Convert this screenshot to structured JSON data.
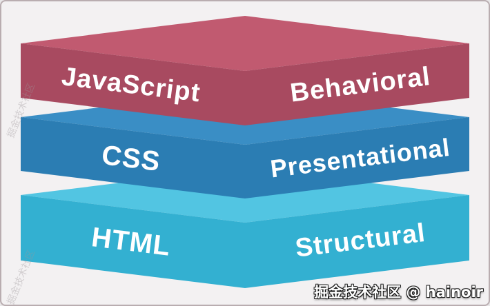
{
  "canvas": {
    "background": "#f3f1f2"
  },
  "layers": [
    {
      "id": "behavioral-layer",
      "left_label": "JavaScript",
      "right_label": "Behavioral",
      "top_color": "#c15a70",
      "front_color": "#a84a60"
    },
    {
      "id": "presentational-layer",
      "left_label": "CSS",
      "right_label": "Presentational",
      "top_color": "#3a8ec5",
      "front_color": "#2b7db3"
    },
    {
      "id": "structural-layer",
      "left_label": "HTML",
      "right_label": "Structural",
      "top_color": "#52c5e2",
      "front_color": "#33b0d1"
    }
  ],
  "watermarks": {
    "bottom_right": "掘金技术社区 @ hainoir",
    "side": "掘金技术社区"
  }
}
